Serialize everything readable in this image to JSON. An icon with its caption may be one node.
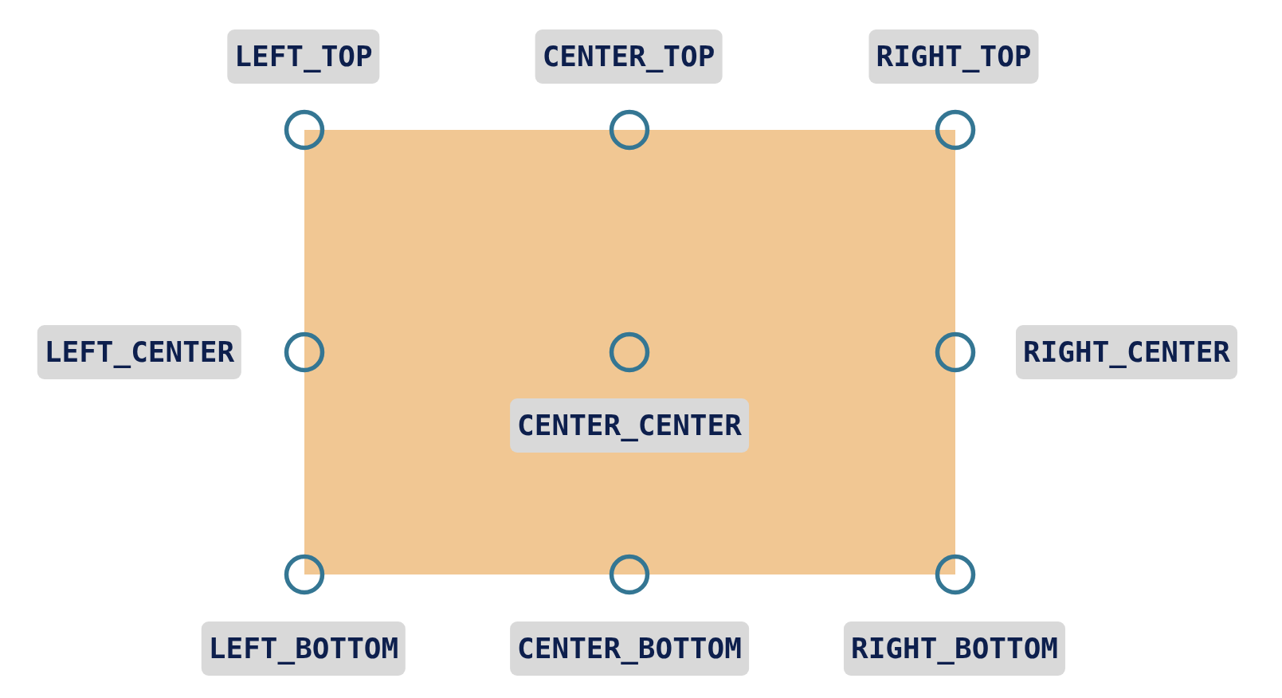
{
  "diagram": {
    "nodes": [
      {
        "text": [
          "LEFT_TOP"
        ]
      },
      {
        "text": [
          "CENTER_TOP"
        ]
      },
      {
        "text": [
          "RIGHT_TOP"
        ]
      },
      {
        "text": [
          "LEFT_CENTER"
        ]
      },
      {
        "text": [
          "RIGHT_CENTER"
        ]
      },
      {
        "text": [
          "CENTER_CENTER"
        ]
      },
      {
        "text": [
          "LEFT_BOTTOM"
        ]
      },
      {
        "text": [
          "CENTER_BOTTOM"
        ]
      },
      {
        "text": [
          "RIGHT_BOTTOM"
        ]
      }
    ]
  }
}
